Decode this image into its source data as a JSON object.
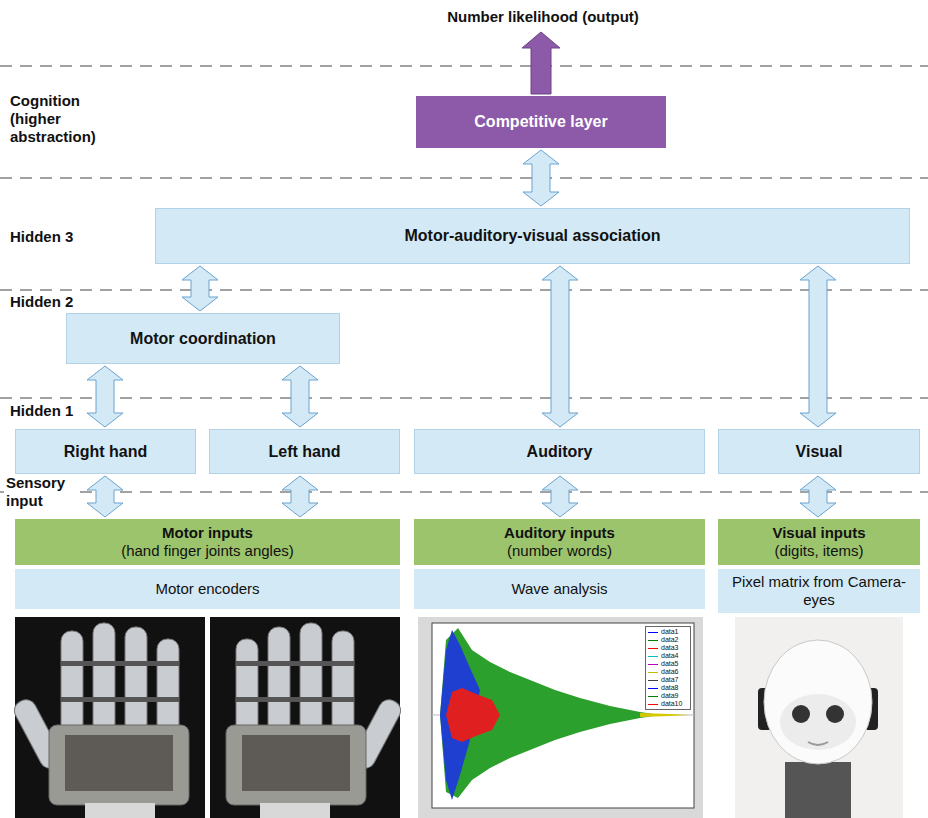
{
  "diagram": {
    "nodes": [
      {
        "text": [
          "Competitive layer"
        ]
      },
      {
        "text": [
          "Motor-auditory-visual association"
        ]
      },
      {
        "text": [
          "Motor coordination"
        ]
      },
      {
        "text": [
          "Right hand"
        ]
      },
      {
        "text": [
          "Left hand"
        ]
      },
      {
        "text": [
          "Auditory"
        ]
      },
      {
        "text": [
          "Visual"
        ]
      },
      {
        "text": [
          "Motor inputs",
          "(hand finger joints angles)"
        ]
      },
      {
        "text": [
          "Auditory inputs",
          "(number words)"
        ]
      },
      {
        "text": [
          "Visual inputs",
          "(digits, items)"
        ]
      },
      {
        "text": [
          "Motor encoders"
        ]
      },
      {
        "text": [
          "Wave analysis"
        ]
      },
      {
        "text": [
          "Pixel matrix from Camera-eyes"
        ]
      }
    ],
    "edges": [
      {
        "from": 0,
        "to": 1,
        "arrow": "both"
      },
      {
        "from": 1,
        "to": 2,
        "arrow": "both"
      },
      {
        "from": 1,
        "to": 5,
        "arrow": "both"
      },
      {
        "from": 1,
        "to": 6,
        "arrow": "both"
      },
      {
        "from": 2,
        "to": 3,
        "arrow": "both"
      },
      {
        "from": 2,
        "to": 4,
        "arrow": "both"
      },
      {
        "from": 3,
        "to": 7,
        "arrow": "both"
      },
      {
        "from": 4,
        "to": 7,
        "arrow": "both"
      },
      {
        "from": 5,
        "to": 8,
        "arrow": "both"
      },
      {
        "from": 6,
        "to": 9,
        "arrow": "both"
      }
    ],
    "labels": [
      "Number likelihood (output)",
      "Cognition (higher abstraction)",
      "Hidden 3",
      "Hidden 2",
      "Hidden 1",
      "Sensory input"
    ],
    "legend": [
      {
        "text": "data1"
      },
      {
        "text": "data2"
      },
      {
        "text": "data3"
      },
      {
        "text": "data4"
      },
      {
        "text": "data5"
      },
      {
        "text": "data6"
      },
      {
        "text": "data7"
      },
      {
        "text": "data8"
      },
      {
        "text": "data9"
      },
      {
        "text": "data10"
      }
    ]
  }
}
